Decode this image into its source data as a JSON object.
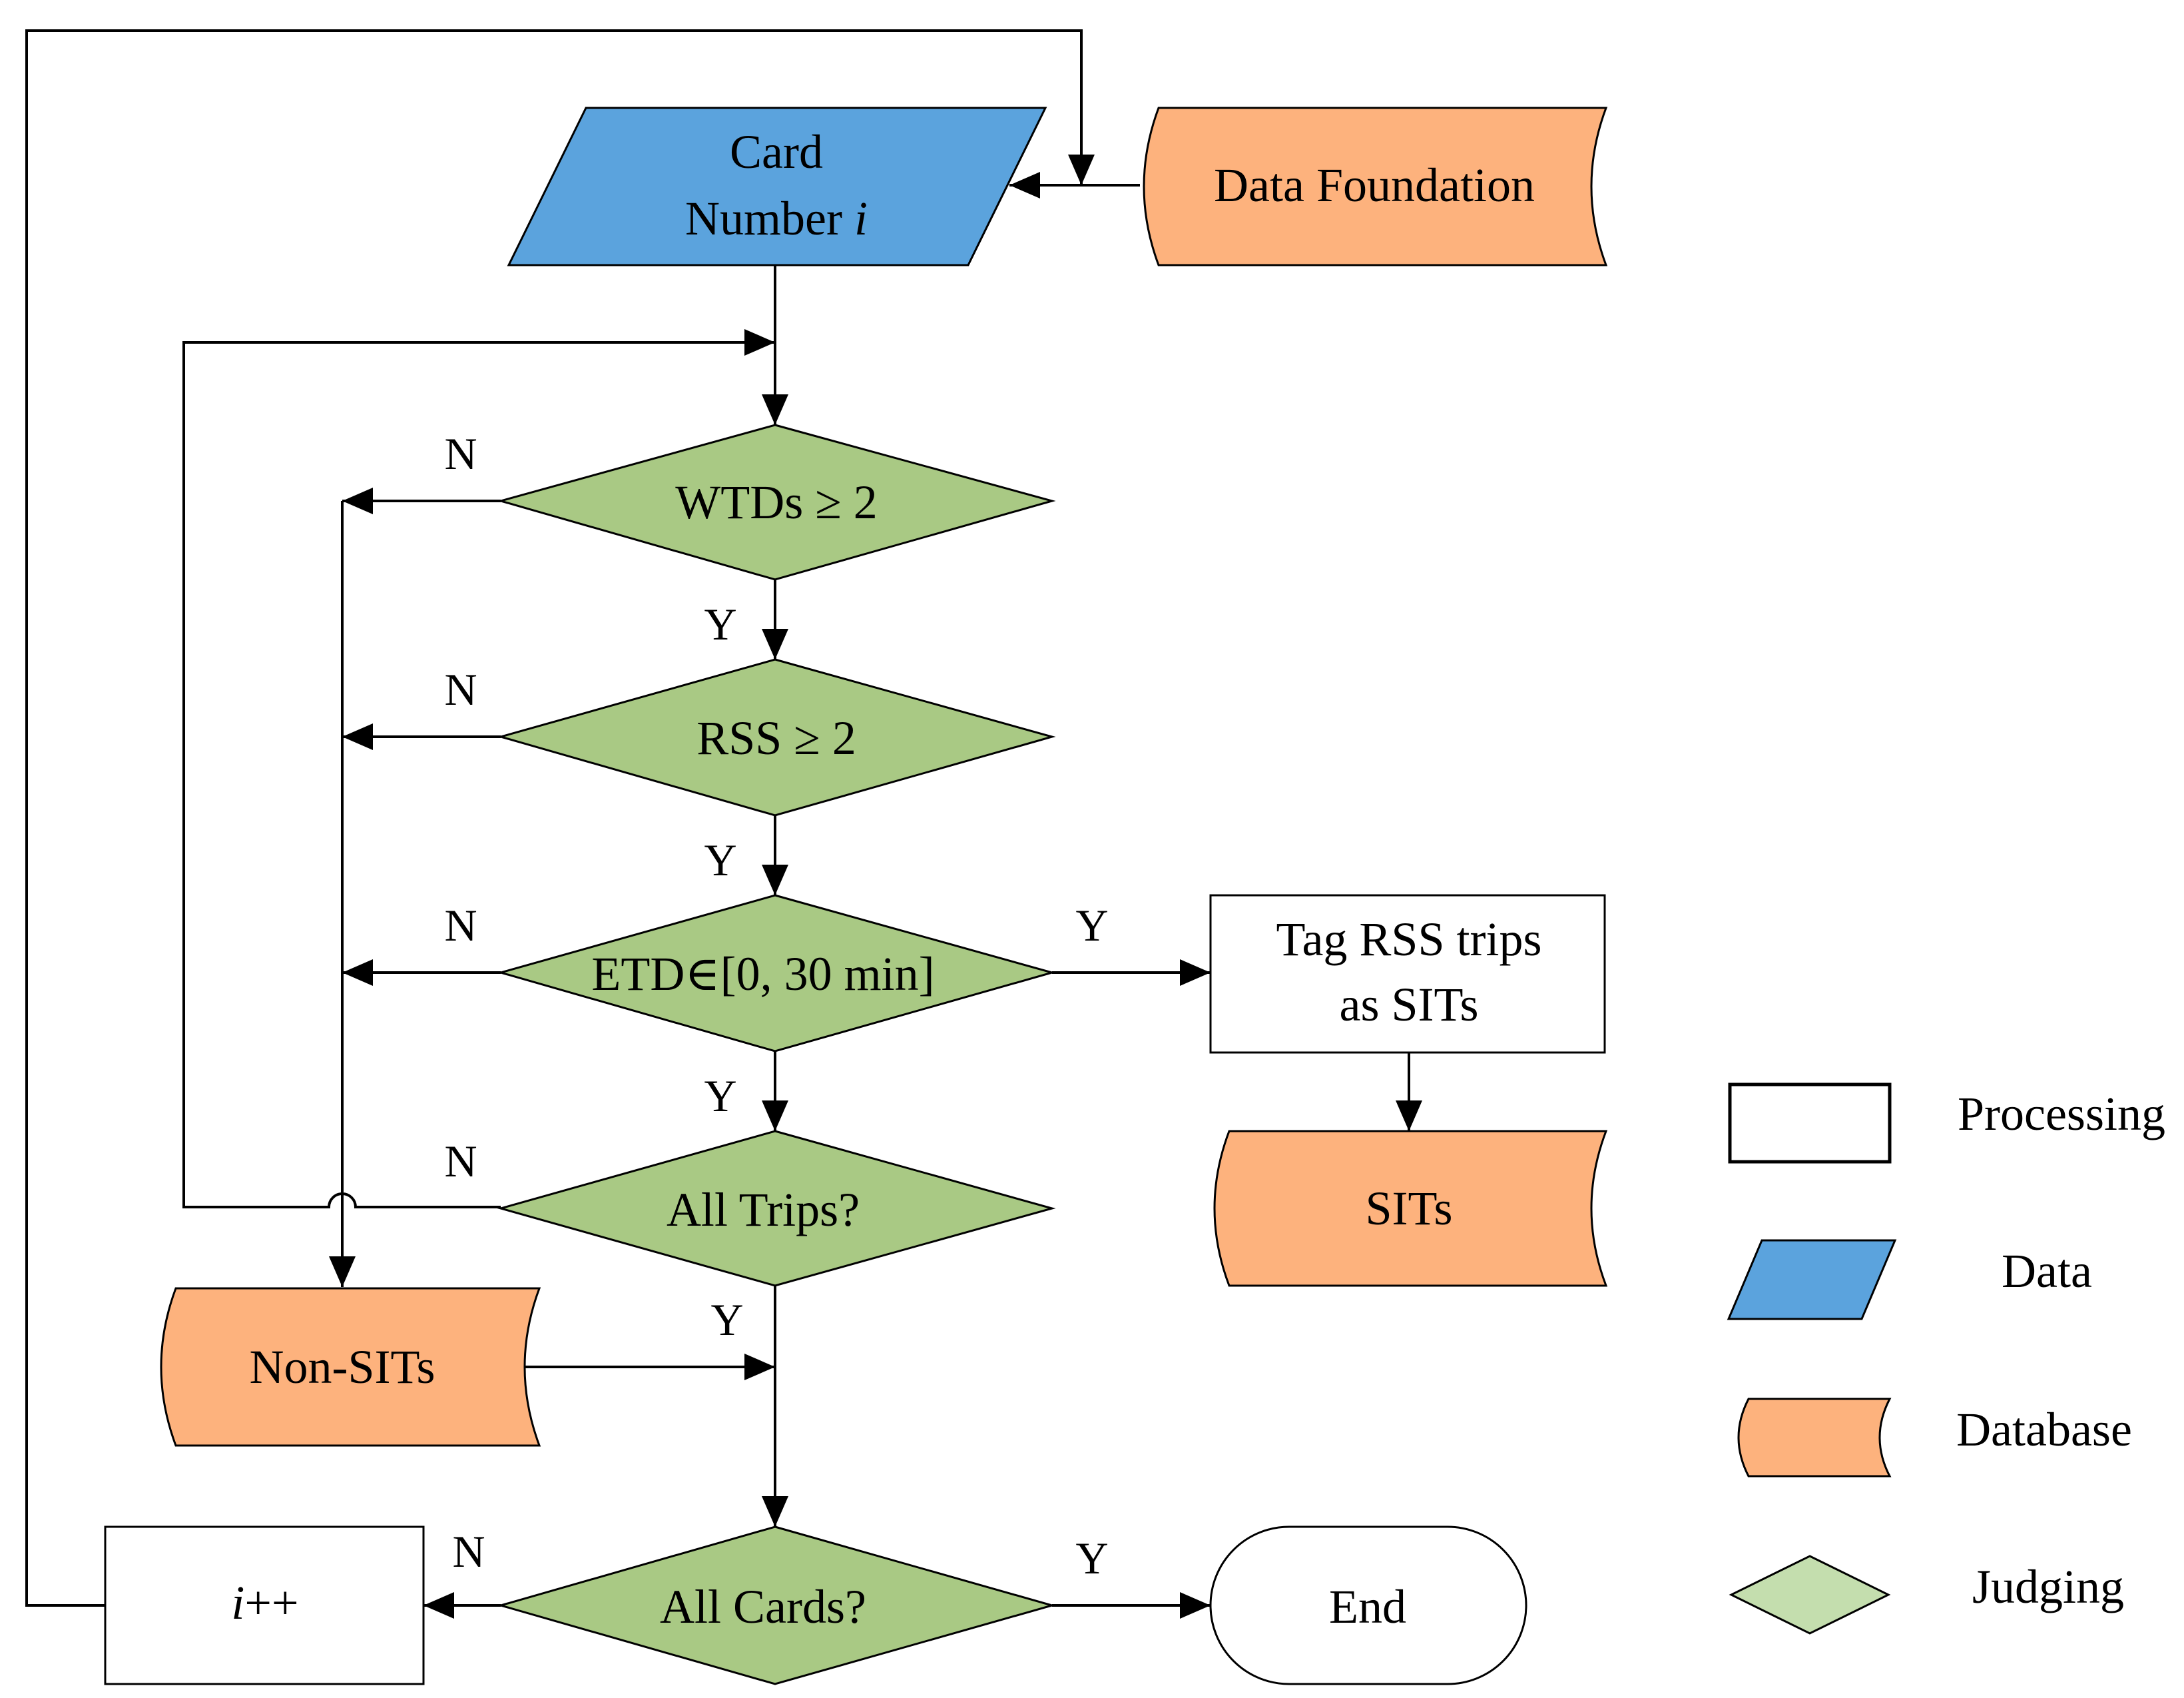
{
  "colors": {
    "data": "#5ba3dd",
    "database": "#fdb27d",
    "judging_dark": "#a9c984",
    "judging_legend": "#c4deae",
    "line": "#000000"
  },
  "nodes": {
    "card_number": {
      "text": "Card",
      "text2": "Number ",
      "italic": "i"
    },
    "data_foundation": {
      "text": "Data Foundation"
    },
    "wtds": {
      "text": "WTDs ≥ 2"
    },
    "rss": {
      "text": "RSS ≥ 2"
    },
    "etd": {
      "text": "ETD∈[0, 30 min]"
    },
    "tag_rss": {
      "text": "Tag RSS trips",
      "text2": "as SITs"
    },
    "sits": {
      "text": "SITs"
    },
    "all_trips": {
      "text": "All Trips?"
    },
    "non_sits": {
      "text": "Non-SITs"
    },
    "all_cards": {
      "text": "All Cards?"
    },
    "increment": {
      "italic": "i",
      "text": "++"
    },
    "end": {
      "text": "End"
    }
  },
  "branch_labels": {
    "wtds_no": "N",
    "wtds_yes": "Y",
    "rss_no": "N",
    "rss_yes": "Y",
    "etd_no": "N",
    "etd_yes_down": "Y",
    "etd_yes_right": "Y",
    "trips_no": "N",
    "trips_yes": "Y",
    "cards_no": "N",
    "cards_yes": "Y"
  },
  "legend": {
    "processing": "Processing",
    "data": "Data",
    "database": "Database",
    "judging": "Judging"
  }
}
